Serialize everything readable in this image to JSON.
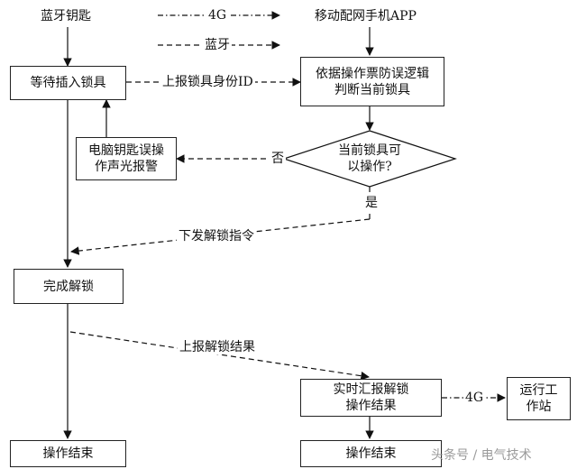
{
  "labels": {
    "bluetooth_key": "蓝牙钥匙",
    "mobile_app": "移动配网手机APP",
    "legend_4g": "4G",
    "legend_bluetooth": "蓝牙"
  },
  "boxes": {
    "wait_insert": "等待插入锁具",
    "judge_lock": [
      "依据操作票防误逻辑",
      "判断当前锁具"
    ],
    "alarm": [
      "电脑钥匙误操",
      "作声光报警"
    ],
    "decision": [
      "当前锁具可",
      "以操作?"
    ],
    "unlock_done": "完成解锁",
    "report_realtime": [
      "实时汇报解锁",
      "操作结果"
    ],
    "station": [
      "运行工",
      "作站"
    ],
    "end_left": "操作结束",
    "end_right": "操作结束"
  },
  "edges": {
    "report_id": "上报锁具身份ID",
    "no": "否",
    "yes": "是",
    "issue_unlock": "下发解锁指令",
    "report_result": "上报解锁结果",
    "link_4g": "4G"
  },
  "watermark": "头条号 / 电气技术"
}
